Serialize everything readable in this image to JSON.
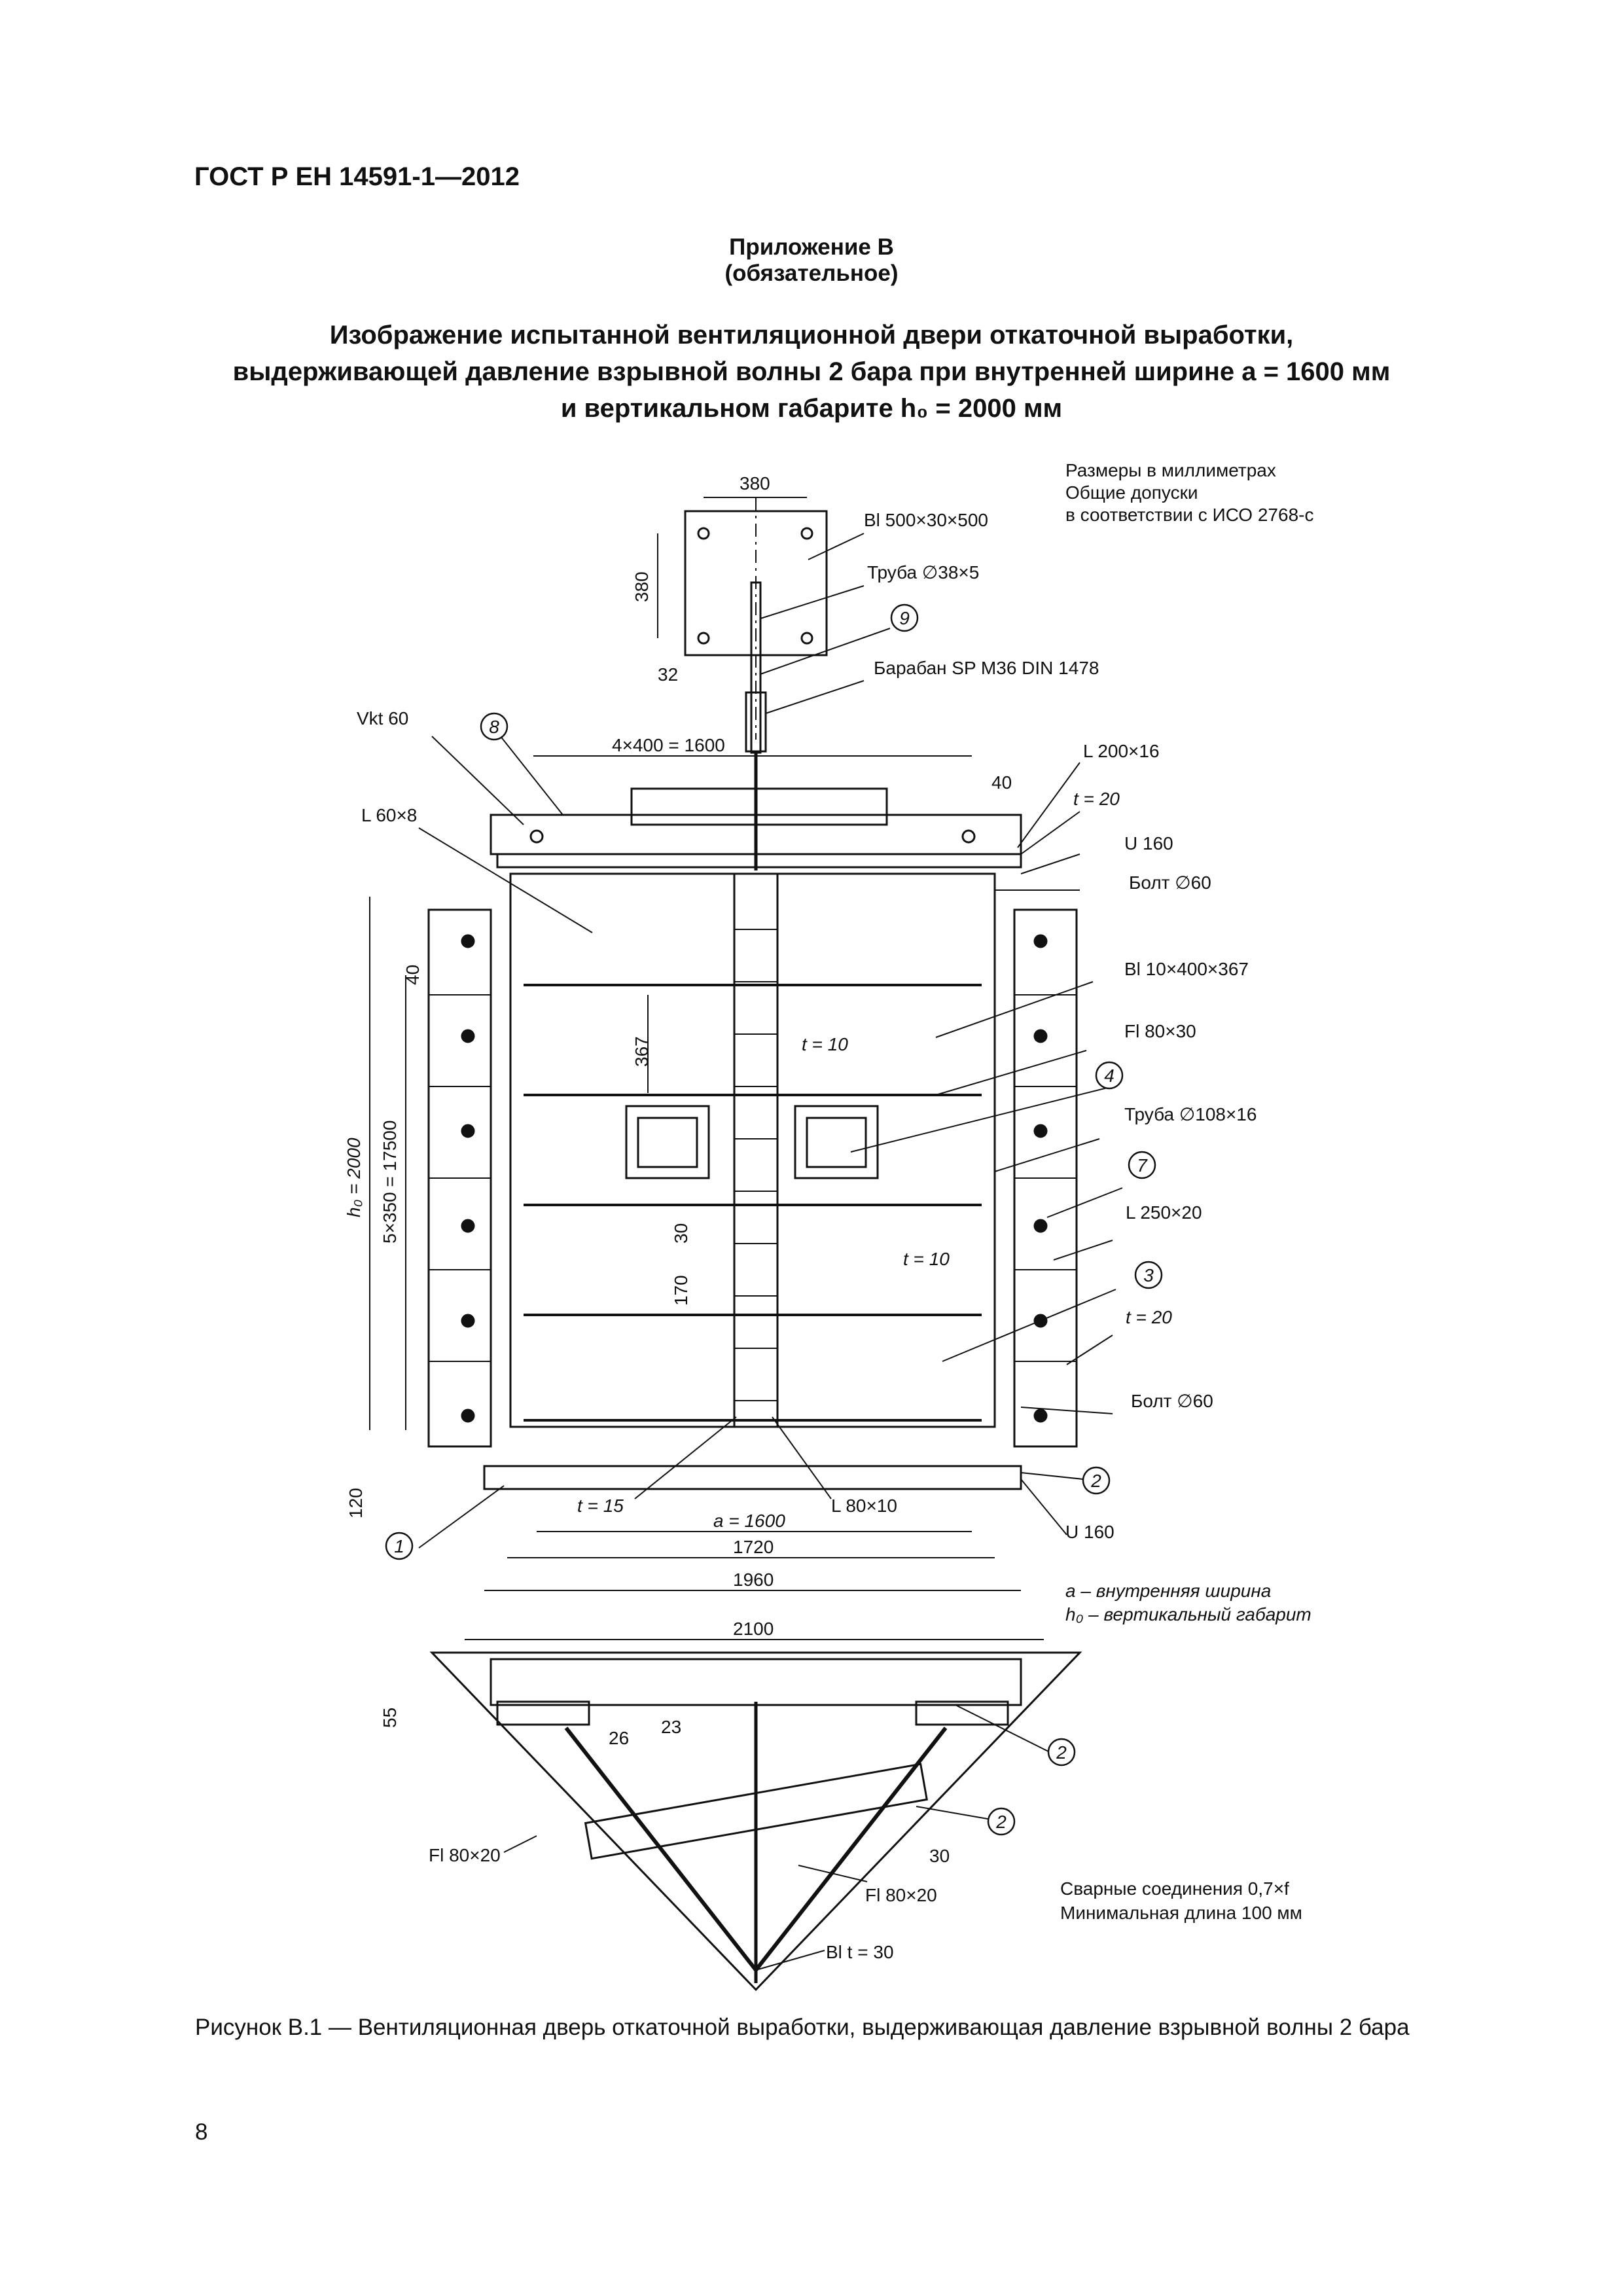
{
  "header": {
    "standard": "ГОСТ Р ЕН 14591-1—2012"
  },
  "annex": {
    "label": "Приложение В",
    "status": "(обязательное)"
  },
  "title": {
    "line1": "Изображение испытанной вентиляционной двери откаточной выработки,",
    "line2": "выдерживающей давление взрывной волны 2 бара при внутренней ширине а = 1600 мм",
    "line3": "и вертикальном габарите h₀ = 2000 мм"
  },
  "notes": {
    "dims_line1": "Размеры в миллиметрах",
    "dims_line2": "Общие допуски",
    "dims_line3": "в соответствии с ИСО 2768-с",
    "legend_a": "a – внутренняя ширина",
    "legend_h": "h₀ – вертикальный габарит",
    "weld_line1": "Сварные соединения 0,7×f",
    "weld_line2": "Минимальная длина 100 мм"
  },
  "labels": {
    "plate_top": "Bl 500×30×500",
    "pipe_38": "Труба ∅38×5",
    "drum": "Барабан SP M36 DIN 1478",
    "vkt": "Vkt 60",
    "l60": "L 60×8",
    "l200": "L 200×16",
    "t20a": "t = 20",
    "u160a": "U 160",
    "bolt60a": "Болт ∅60",
    "bl10": "Bl 10×400×367",
    "fl80x30": "Fl 80×30",
    "pipe108": "Труба ∅108×16",
    "l250": "L 250×20",
    "t20b": "t = 20",
    "bolt60b": "Болт ∅60",
    "u160b": "U 160",
    "t15": "t = 15",
    "l80x10": "L 80×10",
    "t10a": "t = 10",
    "t10b": "t = 10",
    "fl80x20a": "Fl 80×20",
    "fl80x20b": "Fl 80×20",
    "bl_t30": "Bl t = 30"
  },
  "dimensions": {
    "d380_top": "380",
    "d380_side": "380",
    "d32": "32",
    "d1600_span": "4×400 = 1600",
    "d40_top": "40",
    "d40_side": "40",
    "d367": "367",
    "d30": "30",
    "d170": "170",
    "h0": "h₀ = 2000",
    "d5x350": "5×350 = 17500",
    "d120": "120",
    "a1600": "a = 1600",
    "d1720": "1720",
    "d1960": "1960",
    "d2100": "2100",
    "d55": "55",
    "d26": "26",
    "d23": "23",
    "d30_bottom": "30"
  },
  "callouts": [
    "1",
    "2",
    "3",
    "4",
    "7",
    "8",
    "9",
    "2",
    "2"
  ],
  "caption": "Рисунок В.1 — Вентиляционная дверь откаточной выработки, выдерживающая давление взрывной волны 2 бара",
  "page_number": "8"
}
